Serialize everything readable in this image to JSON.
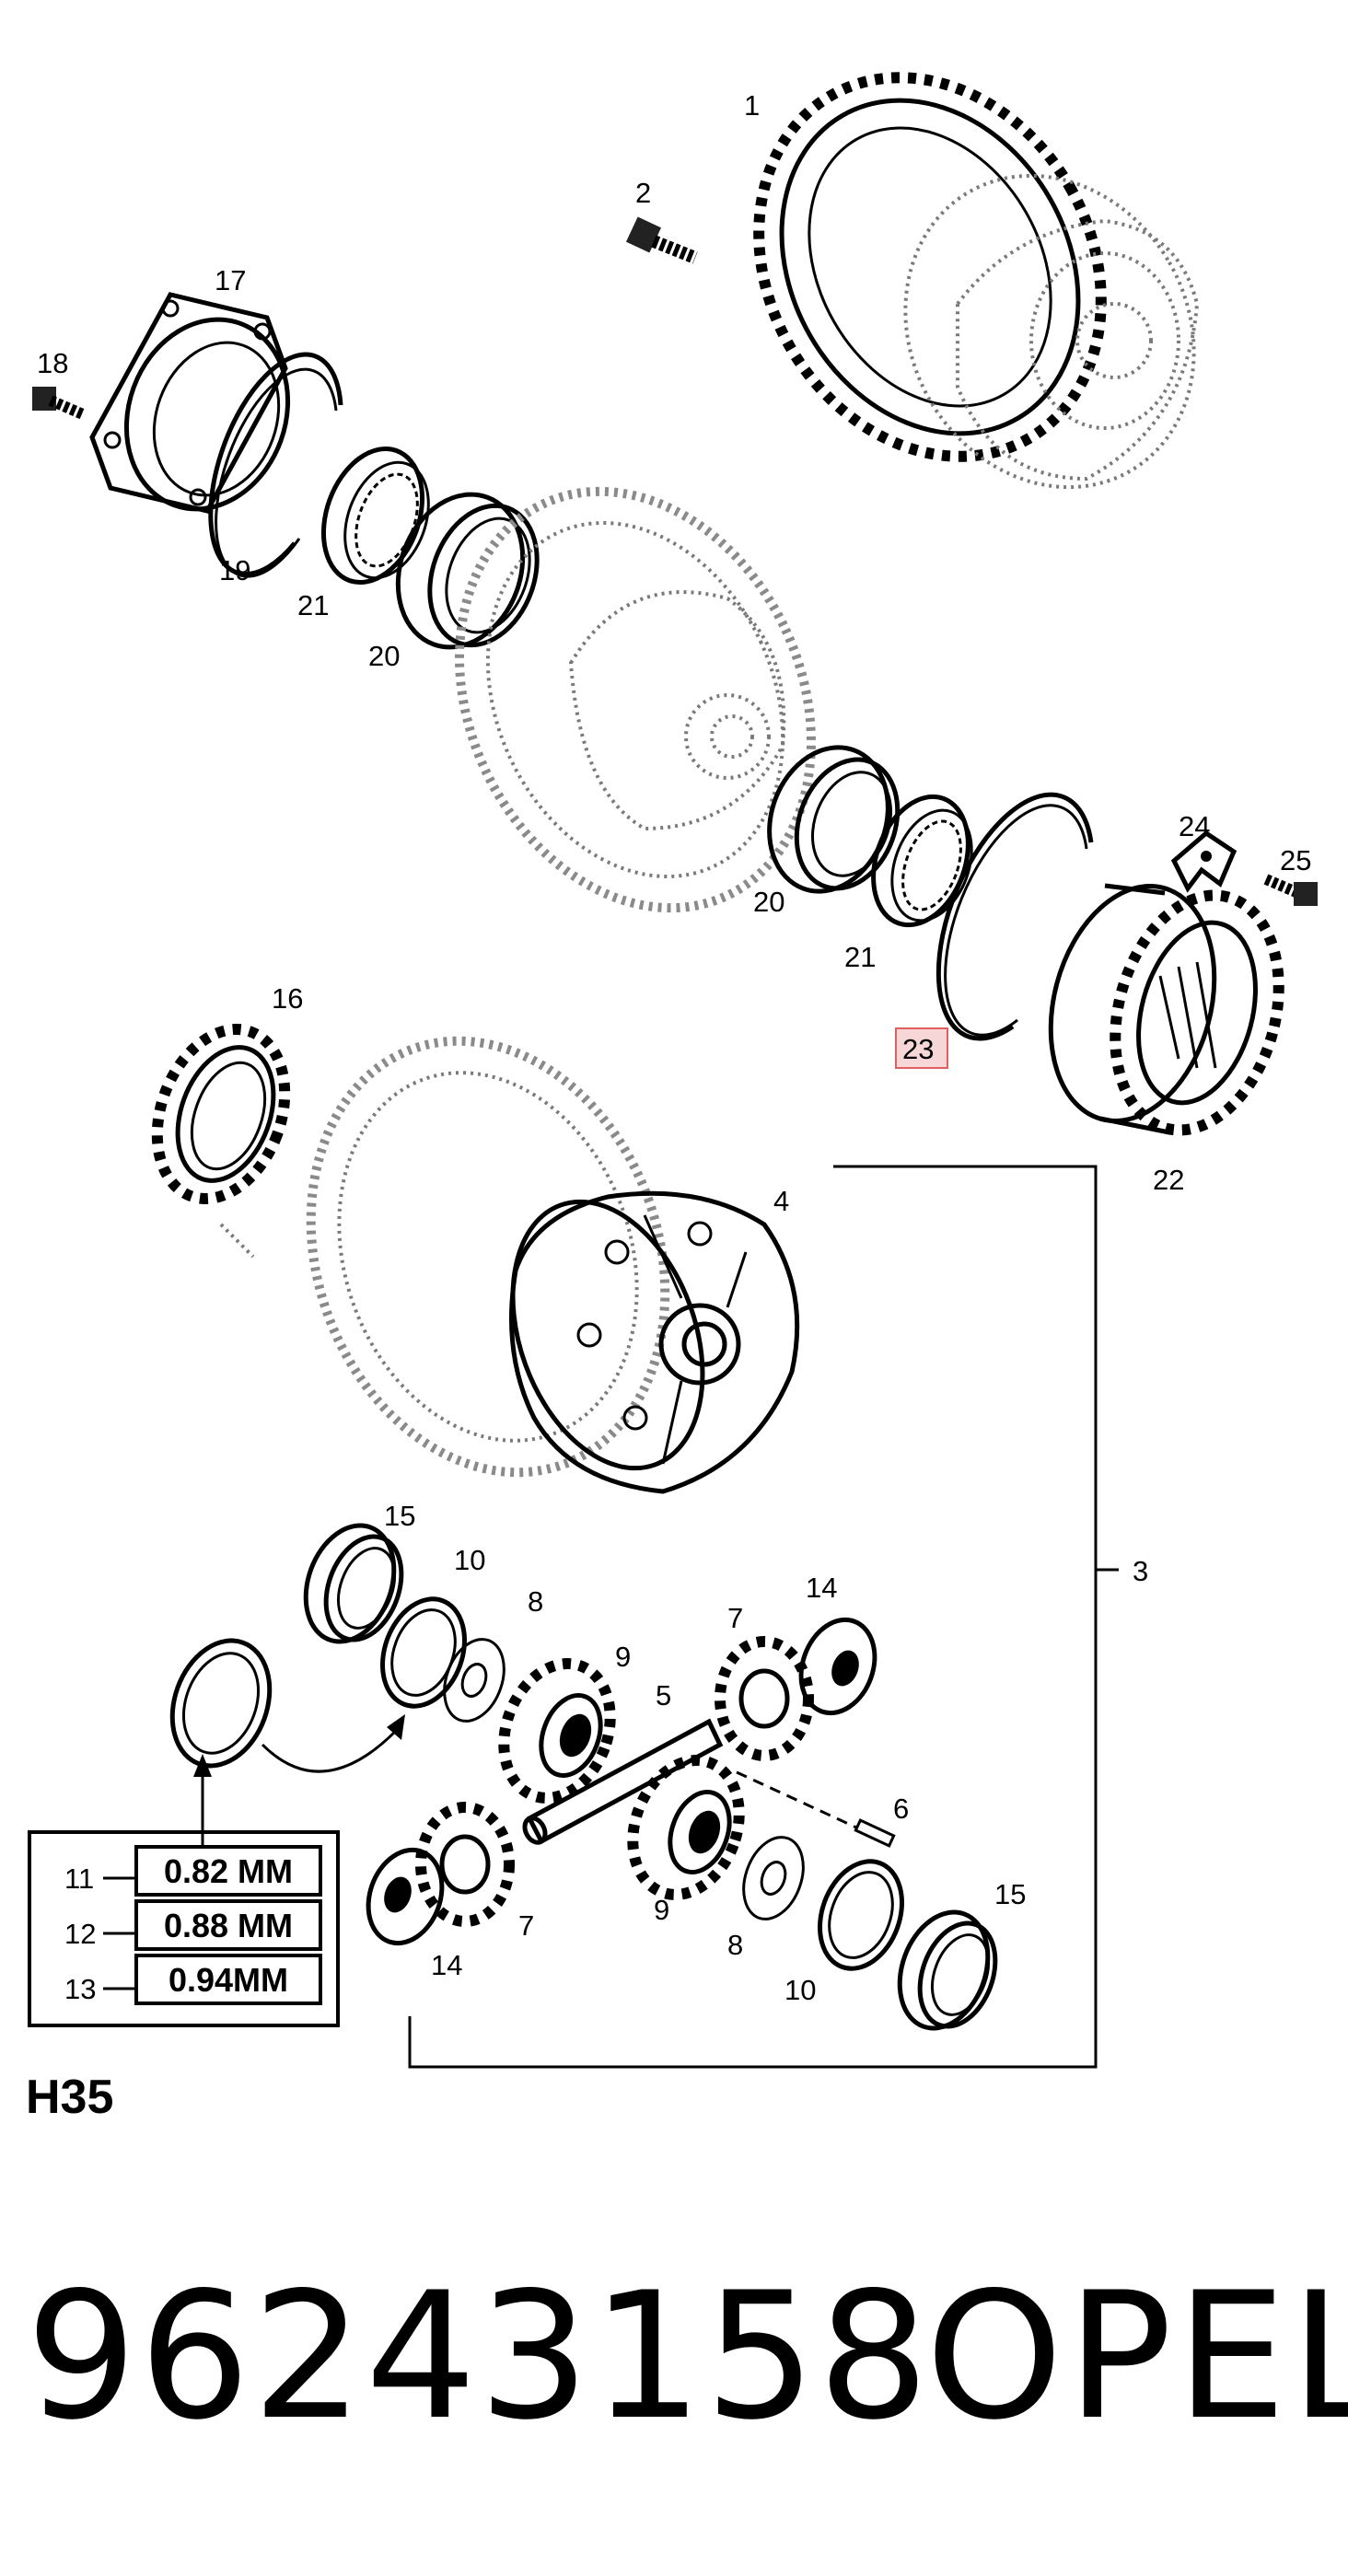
{
  "callouts": {
    "c1": "1",
    "c2": "2",
    "c3": "3",
    "c4": "4",
    "c5": "5",
    "c6": "6",
    "c7a": "7",
    "c7b": "7",
    "c8a": "8",
    "c8b": "8",
    "c9a": "9",
    "c9b": "9",
    "c10a": "10",
    "c10b": "10",
    "c11": "11",
    "c12": "12",
    "c13": "13",
    "c14a": "14",
    "c14b": "14",
    "c15a": "15",
    "c15b": "15",
    "c16": "16",
    "c17": "17",
    "c18": "18",
    "c19": "19",
    "c20a": "20",
    "c20b": "20",
    "c21a": "21",
    "c21b": "21",
    "c22": "22",
    "c23": "23",
    "c24": "24",
    "c25": "25"
  },
  "spec_table": [
    {
      "ref": "11",
      "value": "0.82 MM"
    },
    {
      "ref": "12",
      "value": "0.88 MM"
    },
    {
      "ref": "13",
      "value": "0.94MM"
    }
  ],
  "diagram_code": "H35",
  "highlight_color": "#e06060",
  "footer": {
    "part_number": "96243158",
    "brand": "OPEL"
  }
}
